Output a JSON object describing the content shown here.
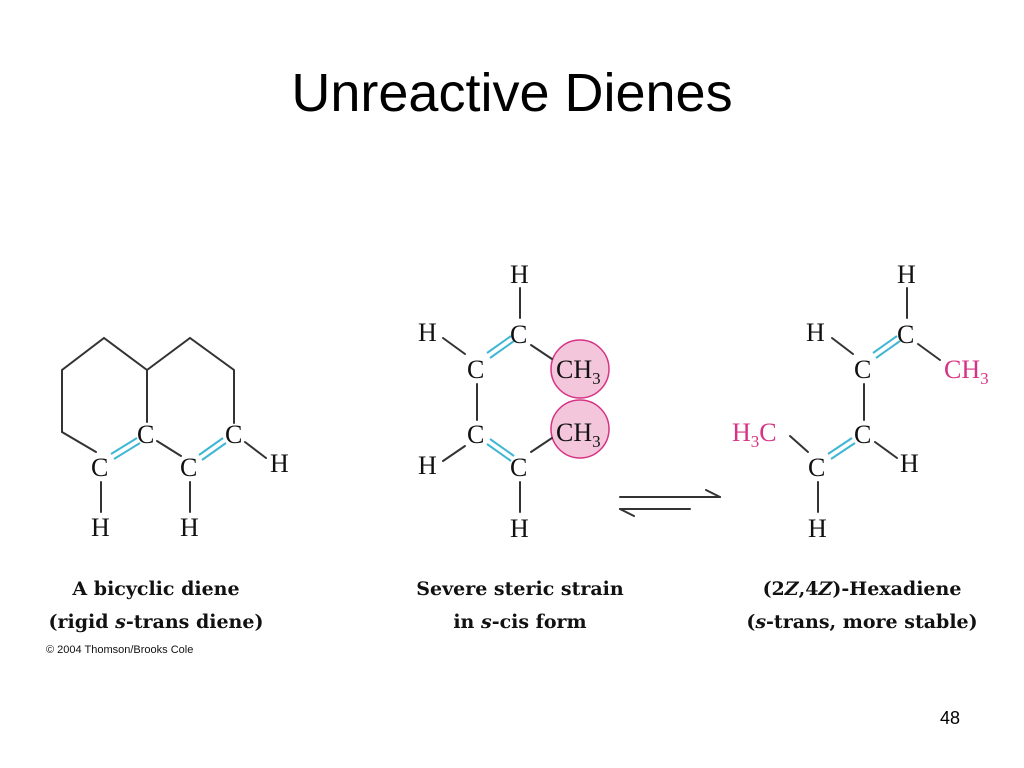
{
  "slide": {
    "title": "Unreactive Dienes",
    "page_number": "48"
  },
  "figure": {
    "copyright": "© 2004 Thomson/Brooks Cole",
    "atoms": {
      "C": "C",
      "H": "H",
      "CH": "CH",
      "H_prefix": "H",
      "C_suffix": "C",
      "subscript_3": "3"
    },
    "panels": [
      {
        "caption_line1": "A bicyclic diene",
        "caption_line2_pre": "(rigid ",
        "caption_line2_italic": "s",
        "caption_line2_post": "-trans diene)"
      },
      {
        "caption_line1": "Severe steric strain",
        "caption_line2_pre": "in ",
        "caption_line2_italic": "s",
        "caption_line2_post": "-cis form"
      },
      {
        "caption_line1_pre": "(2",
        "caption_line1_z1": "Z",
        "caption_line1_mid": ",4",
        "caption_line1_z2": "Z",
        "caption_line1_post": ")-Hexadiene",
        "caption_line2_pre": "(",
        "caption_line2_italic": "s",
        "caption_line2_post": "-trans, more stable)"
      }
    ],
    "colors": {
      "double_bond": "#3fb6d4",
      "highlight_fill": "#f3c6dc",
      "highlight_stroke": "#d63384",
      "methyl_pink": "#d63384"
    }
  }
}
